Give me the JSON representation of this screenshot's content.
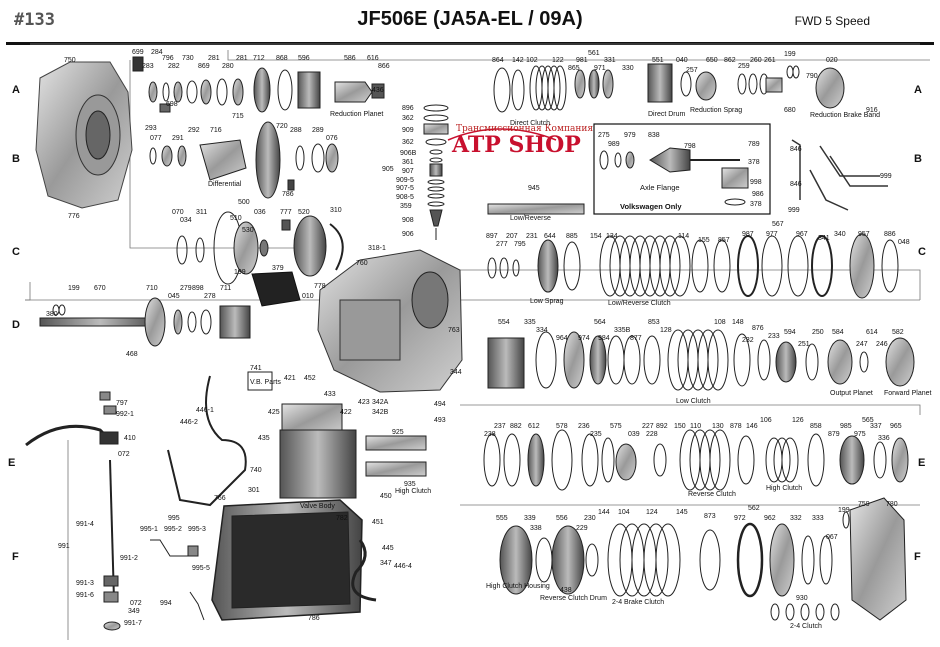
{
  "header": {
    "number": "#133",
    "title": "JF506E (JA5A-EL / 09A)",
    "subtitle": "FWD 5 Speed"
  },
  "rows_left": [
    "A",
    "B",
    "C",
    "D",
    "E",
    "F"
  ],
  "rows_right": [
    "A",
    "B",
    "C",
    "E",
    "F"
  ],
  "logo": {
    "line1": "Трансмиссионная Компания",
    "line2": "ATP SHOP"
  },
  "labels": {
    "direct_clutch": "Direct Clutch",
    "direct_drum": "Direct Drum",
    "reduction_sprag": "Reduction Sprag",
    "reduction_brake_band": "Reduction Brake Band",
    "reduction_planet": "Reduction Planet",
    "differential": "Differential",
    "axle_flange": "Axle Flange",
    "vw_only": "Volkswagen Only",
    "low_reverse": "Low/Reverse",
    "low_sprag": "Low Sprag",
    "low_reverse_clutch": "Low/Reverse Clutch",
    "low_clutch": "Low Clutch",
    "output_planet": "Output Planet",
    "forward_planet": "Forward Planet",
    "reverse_clutch": "Reverse Clutch",
    "high_clutch": "High Clutch",
    "valve_body": "Valve Body",
    "vb_parts": "V.B. Parts",
    "high_clutch_housing": "High Clutch Housing",
    "reverse_clutch_drum": "Reverse Clutch Drum",
    "brake_24_clutch": "2-4 Brake Clutch",
    "clutch_24": "2-4 Clutch"
  },
  "part_numbers": {
    "row_a_left": [
      "750",
      "699",
      "284",
      "283",
      "796",
      "282",
      "730",
      "869",
      "281",
      "280",
      "281",
      "712",
      "868",
      "596",
      "586",
      "616",
      "866",
      "436",
      "698",
      "715"
    ],
    "row_a_right": [
      "864",
      "142",
      "102",
      "122",
      "561",
      "981",
      "865",
      "971",
      "331",
      "330",
      "551",
      "040",
      "257",
      "650",
      "862",
      "259",
      "260",
      "261",
      "199",
      "790",
      "020",
      "680",
      "916"
    ],
    "row_b": [
      "293",
      "077",
      "291",
      "292",
      "716",
      "720",
      "288",
      "289",
      "076",
      "786",
      "776",
      "896",
      "362",
      "909",
      "362",
      "906B",
      "361",
      "907",
      "909-5",
      "907-5",
      "908-5",
      "359",
      "905",
      "908",
      "906"
    ],
    "row_b_right": [
      "275",
      "989",
      "979",
      "838",
      "798",
      "789",
      "378",
      "998",
      "986",
      "378",
      "846",
      "846",
      "999",
      "999"
    ],
    "row_c_left": [
      "070",
      "034",
      "311",
      "500",
      "510",
      "530",
      "036",
      "777",
      "520",
      "310",
      "318-1",
      "760",
      "379",
      "010",
      "778",
      "199"
    ],
    "row_c_right": [
      "945",
      "897",
      "277",
      "207",
      "795",
      "231",
      "644",
      "885",
      "154",
      "134",
      "114",
      "155",
      "857",
      "567",
      "987",
      "977",
      "967",
      "341",
      "340",
      "957",
      "886",
      "048"
    ],
    "row_d": [
      "199",
      "670",
      "380",
      "710",
      "045",
      "279",
      "898",
      "278",
      "711",
      "468",
      "763",
      "344"
    ],
    "row_d_right": [
      "554",
      "335",
      "334",
      "564",
      "335B",
      "853",
      "128",
      "964",
      "974",
      "984",
      "877",
      "108",
      "148",
      "876",
      "232",
      "233",
      "594",
      "250",
      "251",
      "584",
      "614",
      "247",
      "246",
      "582"
    ],
    "row_e_left": [
      "797",
      "992-1",
      "410",
      "072",
      "741",
      "421",
      "452",
      "446-1",
      "433",
      "446-2",
      "425",
      "423",
      "422",
      "435",
      "740",
      "494",
      "342A",
      "342B",
      "493",
      "925",
      "935",
      "450",
      "451"
    ],
    "row_e_right": [
      "238",
      "237",
      "882",
      "612",
      "578",
      "236",
      "235",
      "575",
      "039",
      "227",
      "228",
      "892",
      "150",
      "110",
      "130",
      "878",
      "146",
      "106",
      "126",
      "858",
      "565",
      "879",
      "985",
      "975",
      "337",
      "336",
      "965"
    ],
    "row_f_left": [
      "991",
      "991-4",
      "995",
      "995-1",
      "995-2",
      "995-3",
      "991-2",
      "991-3",
      "991-6",
      "072",
      "349",
      "991-7",
      "995-5",
      "994",
      "766",
      "301",
      "782",
      "786",
      "445",
      "347",
      "446-4"
    ],
    "row_f_right": [
      "555",
      "339",
      "338",
      "556",
      "230",
      "229",
      "144",
      "104",
      "124",
      "438",
      "145",
      "873",
      "562",
      "972",
      "962",
      "332",
      "333",
      "199",
      "759",
      "780",
      "067",
      "930"
    ]
  },
  "colors": {
    "ink": "#111111",
    "metal": "#b8b8b8",
    "logo": "#c8102e"
  }
}
